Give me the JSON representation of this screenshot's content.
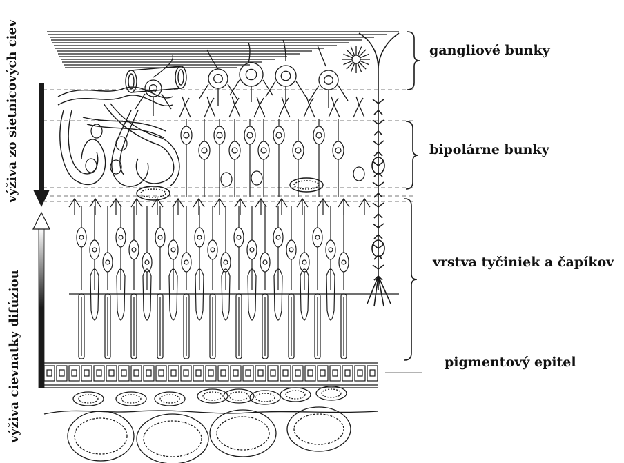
{
  "labels": {
    "ganglion": "gangliové bunky",
    "bipolar": "bipolárne bunky",
    "rods_cones": "vrstva tyčiniek a čapíkov",
    "pigment": "pigmentový epitel",
    "vessels": "výživa zo sietnicových ciev",
    "choroid": "výživa cievnatky difúziou"
  },
  "colors": {
    "ink": "#1a1a1a",
    "dashed": "#777777"
  }
}
